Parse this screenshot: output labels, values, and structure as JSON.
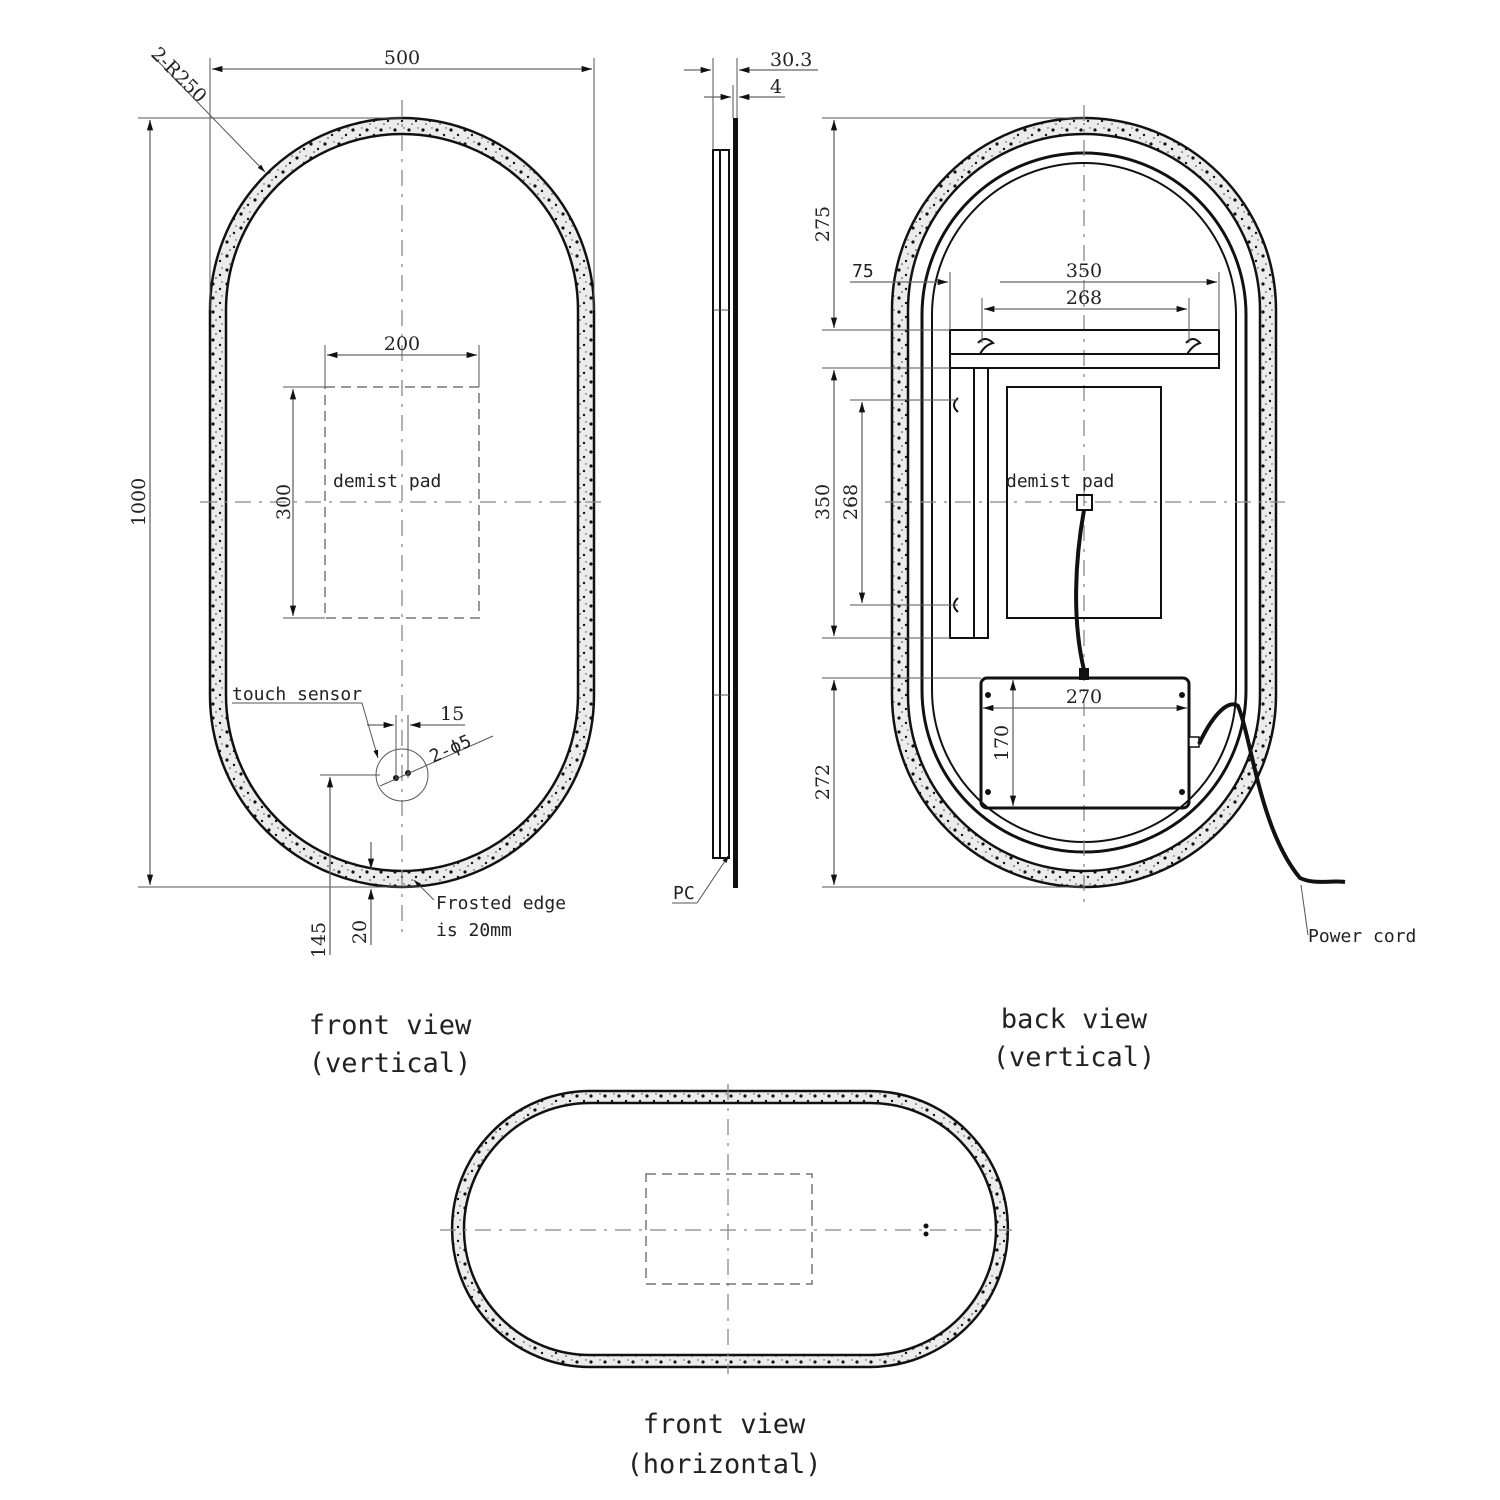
{
  "drawing": {
    "subject": "Pill-shaped LED bathroom mirror technical drawing",
    "units": "mm",
    "line_color": "#111111",
    "dimension_color": "#666666"
  },
  "front_view_vertical": {
    "title_line1": "front view",
    "title_line2": "(vertical)",
    "dimensions": {
      "width": "500",
      "height": "1000",
      "radius": "2-R250",
      "demist_width": "200",
      "demist_height": "300",
      "sensor_spacing": "15",
      "sensor_holes": "2-ϕ5",
      "sensor_from_bottom": "145",
      "frost_width": "20"
    },
    "labels": {
      "demist_pad": "demist pad",
      "touch_sensor": "touch sensor",
      "frosted_edge_line1": "Frosted edge",
      "frosted_edge_line2": "is 20mm"
    }
  },
  "side_view": {
    "dimensions": {
      "total_depth": "30.3",
      "glass_thickness": "4"
    },
    "labels": {
      "material": "PC"
    }
  },
  "back_view_vertical": {
    "title_line1": "back view",
    "title_line2": "(vertical)",
    "dimensions": {
      "top_offset": "275",
      "bracket_offset": "75",
      "bracket_length_h": "350",
      "hook_spacing_h": "268",
      "bracket_length_v": "350",
      "hook_spacing_v": "268",
      "bottom_offset": "272",
      "driver_width": "270",
      "driver_height": "170"
    },
    "labels": {
      "demist_pad": "demist pad",
      "power_cord": "Power cord"
    }
  },
  "front_view_horizontal": {
    "title_line1": "front view",
    "title_line2": "(horizontal)"
  }
}
